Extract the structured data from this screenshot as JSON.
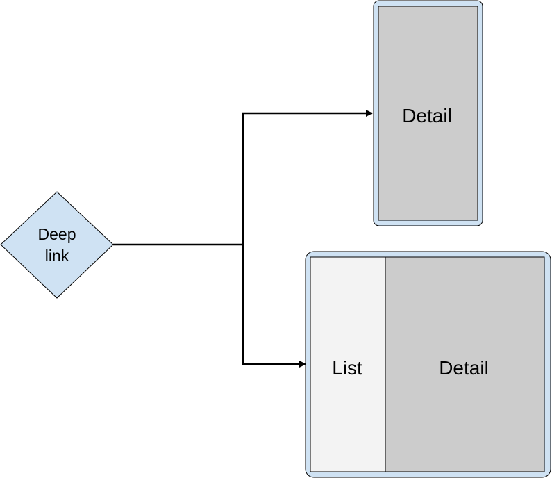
{
  "diagram": {
    "start_node": {
      "shape": "diamond",
      "label_line1": "Deep",
      "label_line2": "link"
    },
    "phone": {
      "detail_label": "Detail"
    },
    "tablet": {
      "list_label": "List",
      "detail_label": "Detail"
    }
  },
  "colors": {
    "device_frame_fill": "#cfe2f3",
    "device_frame_stroke": "#000000",
    "detail_pane_fill": "#cccccc",
    "list_pane_fill": "#f3f3f3",
    "connector_stroke": "#000000"
  }
}
